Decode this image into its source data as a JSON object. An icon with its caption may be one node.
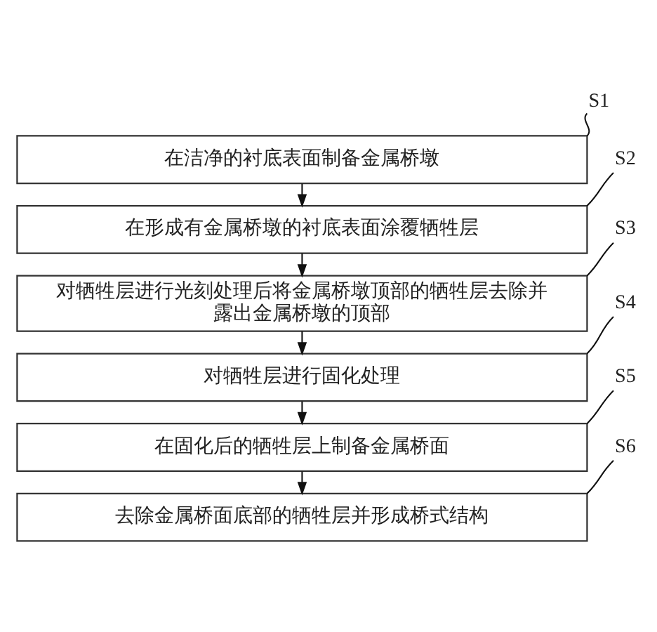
{
  "diagram": {
    "nodes": [
      {
        "text": [
          "S1"
        ]
      },
      {
        "text": [
          "在洁净的衬底表面制备金属桥墩"
        ]
      },
      {
        "text": [
          "S2"
        ]
      },
      {
        "text": [
          "在形成有金属桥墩的衬底表面涂覆牺牲层"
        ]
      },
      {
        "text": [
          "S3"
        ]
      },
      {
        "text": [
          "对牺牲层进行光刻处理后将金属桥墩顶部的牺牲层去除并露出金属桥墩的顶部"
        ]
      },
      {
        "text": [
          "S4"
        ]
      },
      {
        "text": [
          "对牺牲层进行固化处理"
        ]
      },
      {
        "text": [
          "S5"
        ]
      },
      {
        "text": [
          "在固化后的牺牲层上制备金属桥面"
        ]
      },
      {
        "text": [
          "S6"
        ]
      },
      {
        "text": [
          "去除金属桥面底部的牺牲层并形成桥式结构"
        ]
      }
    ],
    "edges": [
      {
        "from": 1,
        "to": 3,
        "arrow": "to"
      },
      {
        "from": 3,
        "to": 5,
        "arrow": "to"
      },
      {
        "from": 5,
        "to": 7,
        "arrow": "to"
      },
      {
        "from": 7,
        "to": 9,
        "arrow": "to"
      },
      {
        "from": 9,
        "to": 11,
        "arrow": "to"
      },
      {
        "from": 0,
        "to": 1,
        "arrow": "none"
      },
      {
        "from": 2,
        "to": 3,
        "arrow": "none"
      },
      {
        "from": 4,
        "to": 5,
        "arrow": "none"
      },
      {
        "from": 6,
        "to": 7,
        "arrow": "none"
      },
      {
        "from": 8,
        "to": 9,
        "arrow": "none"
      },
      {
        "from": 10,
        "to": 11,
        "arrow": "none"
      }
    ]
  }
}
